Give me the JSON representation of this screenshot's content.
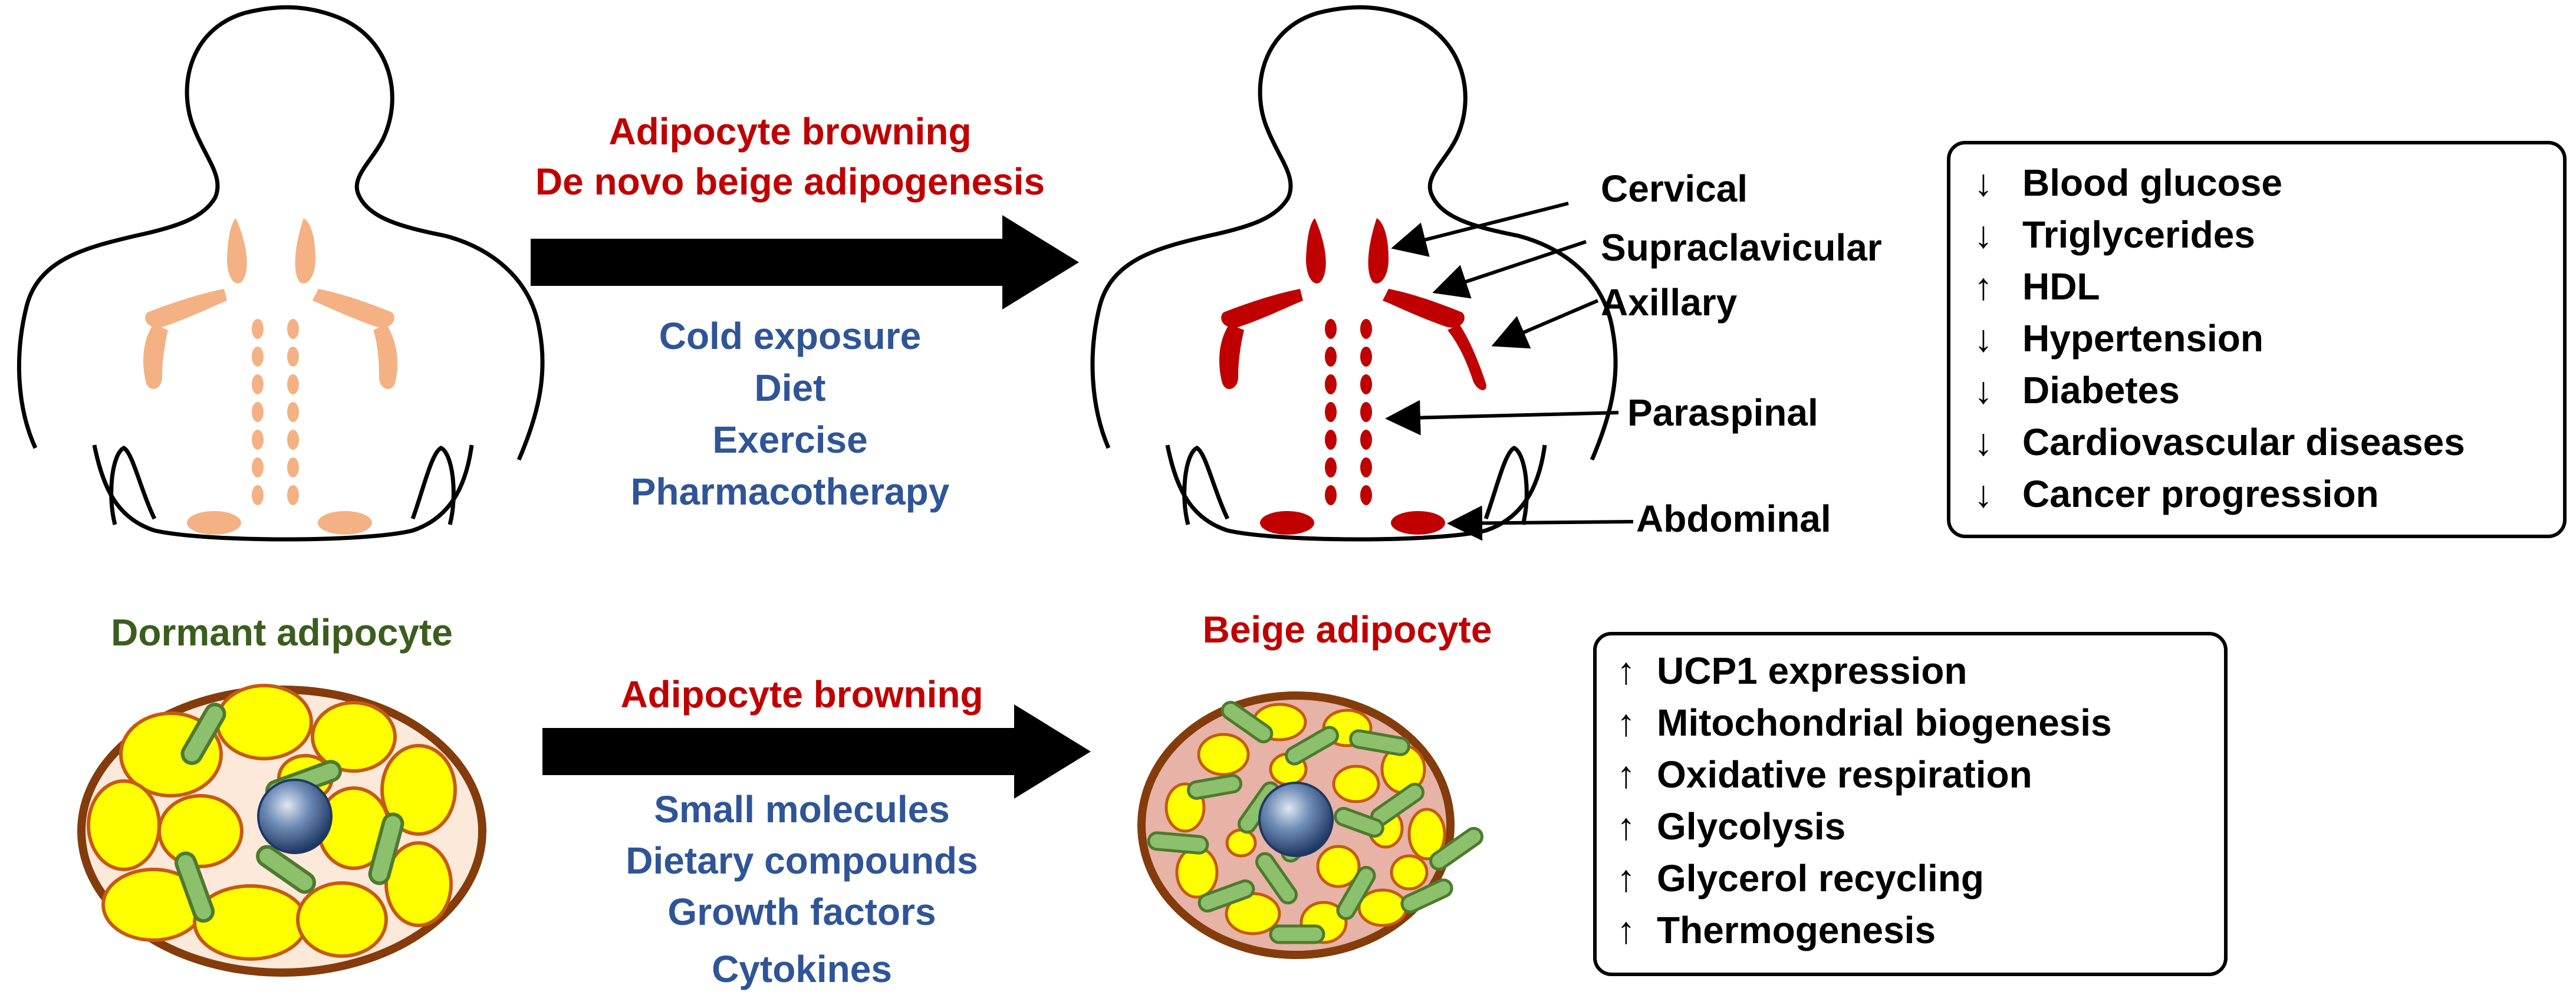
{
  "top": {
    "arrow_label_red": [
      "Adipocyte browning",
      "De novo beige adipogenesis"
    ],
    "stimuli": [
      "Cold exposure",
      "Diet",
      "Exercise",
      "Pharmacotherapy"
    ],
    "depots": [
      "Cervical",
      "Supraclavicular",
      "Axillary",
      "Paraspinal",
      "Abdominal"
    ],
    "effects": [
      {
        "arrow": "↓",
        "label": "Blood glucose"
      },
      {
        "arrow": "↓",
        "label": "Triglycerides"
      },
      {
        "arrow": "↑",
        "label": "HDL"
      },
      {
        "arrow": "↓",
        "label": "Hypertension"
      },
      {
        "arrow": "↓",
        "label": "Diabetes"
      },
      {
        "arrow": "↓",
        "label": "Cardiovascular diseases"
      },
      {
        "arrow": "↓",
        "label": "Cancer progression"
      }
    ]
  },
  "bottom": {
    "dormant_title": "Dormant adipocyte",
    "beige_title": "Beige adipocyte",
    "arrow_label_red": "Adipocyte browning",
    "inducers": [
      "Small molecules",
      "Dietary compounds",
      "Growth factors",
      "Cytokines"
    ],
    "effects": [
      {
        "arrow": "↑",
        "label": "UCP1 expression"
      },
      {
        "arrow": "↑",
        "label": "Mitochondrial biogenesis"
      },
      {
        "arrow": "↑",
        "label": "Oxidative respiration"
      },
      {
        "arrow": "↑",
        "label": "Glycolysis"
      },
      {
        "arrow": "↑",
        "label": "Glycerol recycling"
      },
      {
        "arrow": "↑",
        "label": "Thermogenesis"
      }
    ]
  },
  "colors": {
    "red": "#c00000",
    "blue": "#2f5597",
    "green": "#3a5e1e",
    "depot_light": "#f4b183",
    "depot_dark": "#c00000",
    "cell_border": "#843c0c",
    "lipid": "#ffff00",
    "lipid_border": "#c55a11",
    "mito": "#8cc06c",
    "mito_border": "#4e7a2e",
    "dormant_cyto": "#fde9d9",
    "beige_cyto": "#e6b3a6",
    "nucleus": "#1f3864"
  }
}
